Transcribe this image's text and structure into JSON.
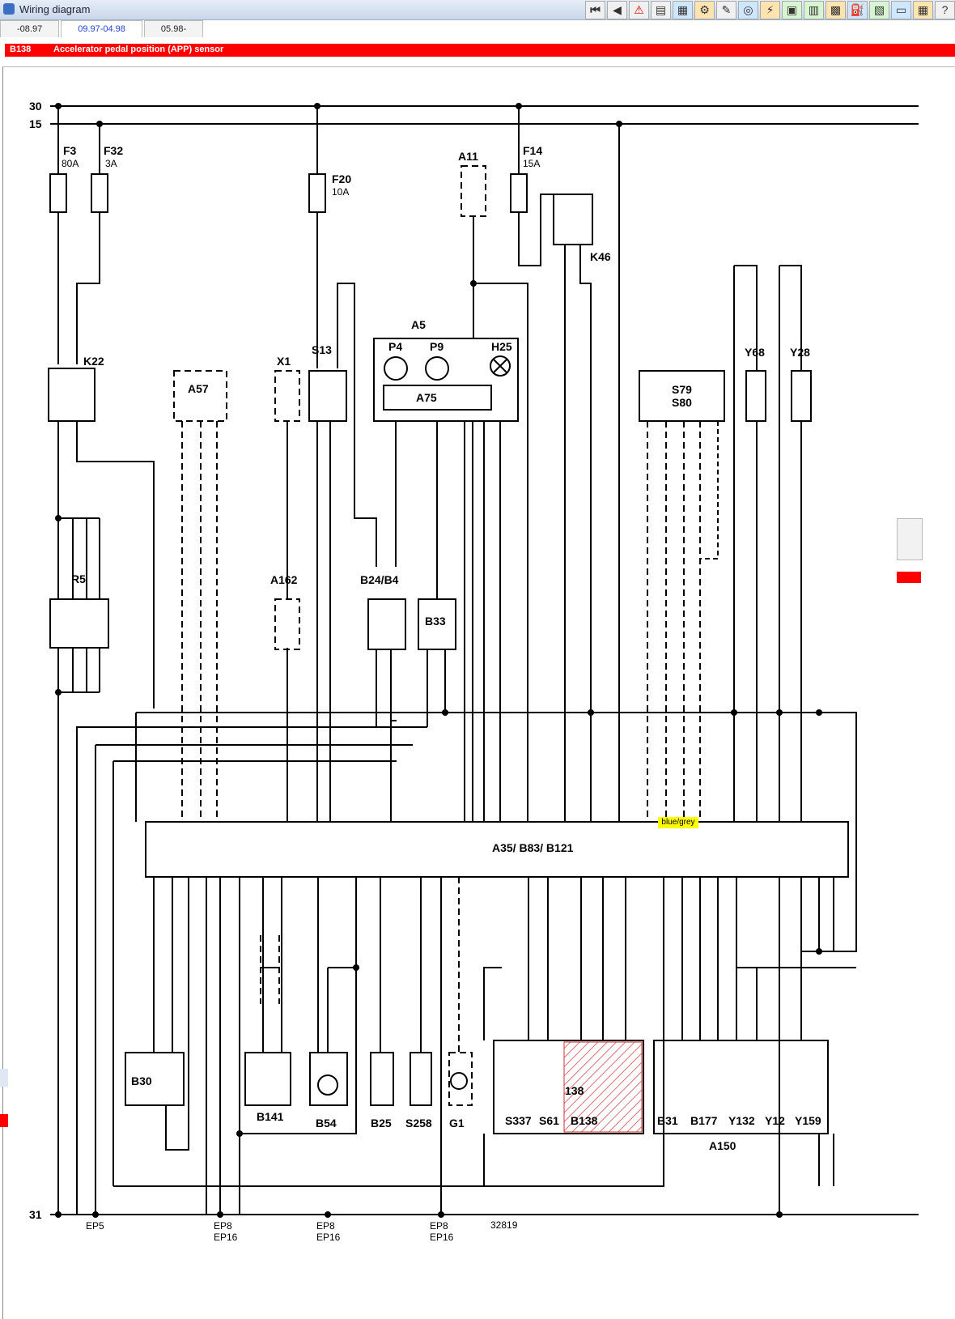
{
  "window": {
    "title": "Wiring diagram"
  },
  "toolbar": {
    "buttons": [
      {
        "icon": "first-icon",
        "glyph": "⏮"
      },
      {
        "icon": "prev-icon",
        "glyph": "◀"
      },
      {
        "icon": "warning-icon",
        "glyph": "⚠"
      },
      {
        "icon": "document-icon",
        "glyph": "▤"
      },
      {
        "icon": "map-icon",
        "glyph": "▦"
      },
      {
        "icon": "gear-icon",
        "glyph": "⚙"
      },
      {
        "icon": "tool-icon",
        "glyph": "✎"
      },
      {
        "icon": "disc-icon",
        "glyph": "◎"
      },
      {
        "icon": "connector-icon",
        "glyph": "⚡"
      },
      {
        "icon": "module-icon",
        "glyph": "▣"
      },
      {
        "icon": "battery-icon",
        "glyph": "▥"
      },
      {
        "icon": "engine-icon",
        "glyph": "▩"
      },
      {
        "icon": "fuel-icon",
        "glyph": "⛽"
      },
      {
        "icon": "component-icon",
        "glyph": "▧"
      },
      {
        "icon": "screen-icon",
        "glyph": "▭"
      },
      {
        "icon": "chip-icon",
        "glyph": "▦"
      },
      {
        "icon": "help-icon",
        "glyph": "?"
      }
    ]
  },
  "tabs": [
    {
      "label": "-08.97",
      "active": false
    },
    {
      "label": "09.97-04.98",
      "active": true
    },
    {
      "label": "05.98-",
      "active": false
    }
  ],
  "header": {
    "code": "B138",
    "name": "Accelerator pedal position (APP) sensor"
  },
  "callout": "blue/grey",
  "diagram": {
    "rails": {
      "r30": "30",
      "r15": "15",
      "r31": "31"
    },
    "components": {
      "F3": "F3",
      "F3_rating": "80A",
      "F32": "F32",
      "F32_rating": "3A",
      "F20": "F20",
      "F20_rating": "10A",
      "A11": "A11",
      "F14": "F14",
      "F14_rating": "15A",
      "K46": "K46",
      "K22": "K22",
      "A57": "A57",
      "X1": "X1",
      "S13": "S13",
      "A5": "A5",
      "P4": "P4",
      "P9": "P9",
      "H25": "H25",
      "A75": "A75",
      "S79": "S79",
      "S80": "S80",
      "Y68": "Y68",
      "Y28": "Y28",
      "R5": "R5",
      "A162": "A162",
      "B24B4": "B24/B4",
      "B33": "B33",
      "ECU": "A35/ B83/ B121",
      "B30": "B30",
      "B141": "B141",
      "B54": "B54",
      "B25": "B25",
      "S258": "S258",
      "G1": "G1",
      "S337": "S337",
      "S61": "S61",
      "B138": "B138",
      "B138_partial": "138",
      "B31": "B31",
      "B177": "B177",
      "Y132": "Y132",
      "Y12": "Y12",
      "Y159": "Y159",
      "A150": "A150"
    },
    "ground_points": [
      "EP5",
      "EP8",
      "EP16",
      "EP8",
      "EP16",
      "EP8",
      "EP16"
    ],
    "ref_number": "32819"
  }
}
